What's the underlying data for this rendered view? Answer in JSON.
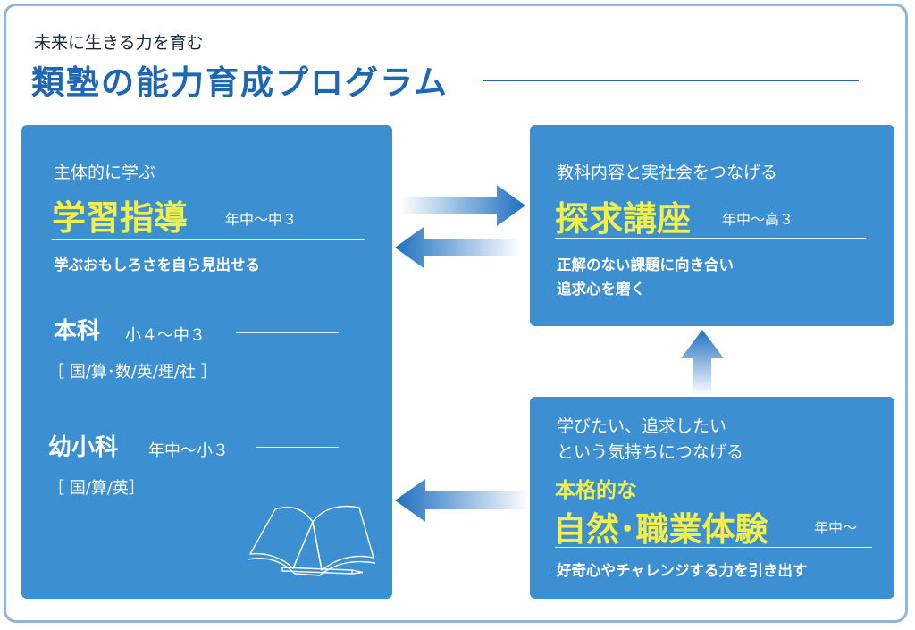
{
  "header": {
    "subtitle": "未来に生きる力を育む",
    "title": "類塾の能力育成プログラム"
  },
  "left_panel": {
    "lead": "主体的に学ぶ",
    "heading": "学習指導",
    "grade": "年中〜中３",
    "description": "学ぶおもしろさを自ら見出せる",
    "course1": {
      "name": "本科",
      "grade": "小４〜中３",
      "subjects": "［ 国/算･数/英/理/社 ］"
    },
    "course2": {
      "name": "幼小科",
      "grade": "年中〜小３",
      "subjects": "［ 国/算/英］"
    }
  },
  "top_right_panel": {
    "lead": "教科内容と実社会をつなげる",
    "heading": "探求講座",
    "grade": "年中〜高３",
    "description_line1": "正解のない課題に向き合い",
    "description_line2": "追求心を磨く"
  },
  "bottom_right_panel": {
    "lead_line1": "学びたい、追求したい",
    "lead_line2": "という気持ちにつなげる",
    "heading_small": "本格的な",
    "heading": "自然･職業体験",
    "grade": "年中〜",
    "description": "好奇心やチャレンジする力を引き出す"
  },
  "colors": {
    "title_blue": "#1d67b4",
    "panel_blue": "#3c8fd1",
    "highlight_yellow": "#f2ee4a",
    "frame_border": "#8fb6d9"
  },
  "icons": [
    "open-book-icon",
    "pencil-icon",
    "arrow-right-icon",
    "arrow-left-icon",
    "arrow-up-icon"
  ]
}
